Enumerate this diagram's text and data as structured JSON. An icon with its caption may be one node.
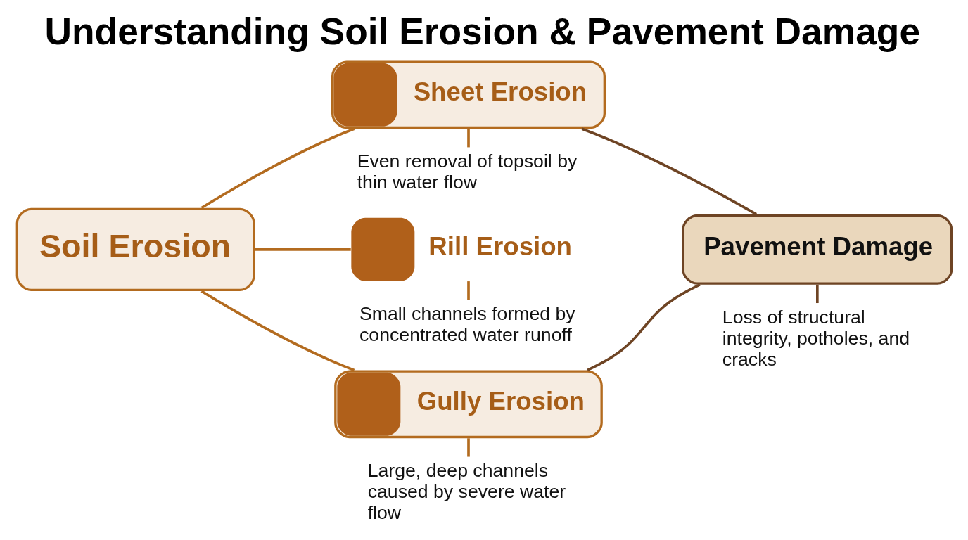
{
  "diagram": {
    "title": "Understanding Soil Erosion & Pavement Damage",
    "nodes": [
      {
        "text": [
          "Soil Erosion"
        ]
      },
      {
        "text": [
          "Sheet Erosion"
        ]
      },
      {
        "text": [
          "Even removal of topsoil by thin water flow"
        ]
      },
      {
        "text": [
          "Rill Erosion"
        ]
      },
      {
        "text": [
          "Small channels formed by concentrated water runoff"
        ]
      },
      {
        "text": [
          "Gully Erosion"
        ]
      },
      {
        "text": [
          "Large, deep channels caused by severe water flow"
        ]
      },
      {
        "text": [
          "Pavement Damage"
        ]
      },
      {
        "text": [
          "Loss of structural integrity, potholes, and cracks"
        ]
      }
    ],
    "edges": [
      {
        "from": 0,
        "to": 1,
        "arrow": "none"
      },
      {
        "from": 0,
        "to": 3,
        "arrow": "none"
      },
      {
        "from": 0,
        "to": 5,
        "arrow": "none"
      },
      {
        "from": 1,
        "to": 2,
        "arrow": "none"
      },
      {
        "from": 3,
        "to": 4,
        "arrow": "none"
      },
      {
        "from": 5,
        "to": 6,
        "arrow": "none"
      },
      {
        "from": 1,
        "to": 7,
        "arrow": "none",
        "color": "#6e4424"
      },
      {
        "from": 5,
        "to": 7,
        "arrow": "none",
        "color": "#6e4424"
      },
      {
        "from": 7,
        "to": 8,
        "arrow": "none",
        "color": "#6e4424"
      }
    ]
  }
}
